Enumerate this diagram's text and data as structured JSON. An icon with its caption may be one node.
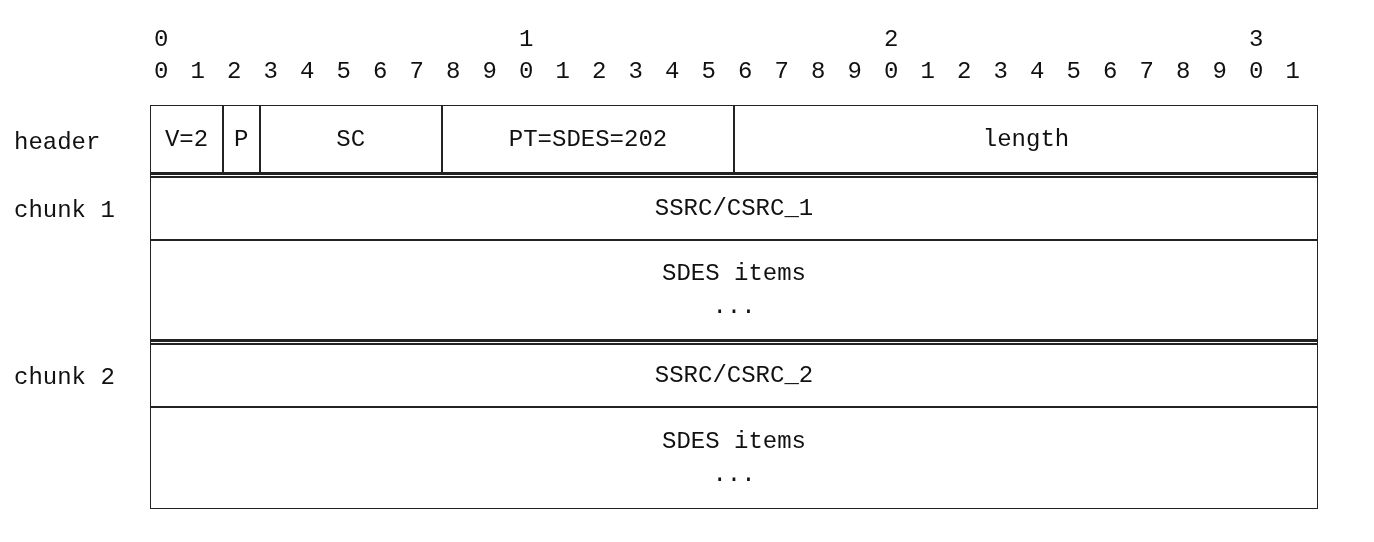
{
  "diagram": {
    "nodes": [
      {
        "text": [
          "V=2"
        ]
      },
      {
        "text": [
          "P"
        ]
      },
      {
        "text": [
          "SC"
        ]
      },
      {
        "text": [
          "PT=SDES=202"
        ]
      },
      {
        "text": [
          "length"
        ]
      },
      {
        "text": [
          "SSRC/CSRC_1"
        ]
      },
      {
        "text": [
          "SDES items",
          "..."
        ]
      },
      {
        "text": [
          "SSRC/CSRC_2"
        ]
      },
      {
        "text": [
          "SDES items",
          "..."
        ]
      }
    ],
    "edges": [],
    "labels": [
      "0",
      "1",
      "2",
      "3",
      "0",
      "1",
      "2",
      "3",
      "4",
      "5",
      "6",
      "7",
      "8",
      "9",
      "0",
      "1",
      "2",
      "3",
      "4",
      "5",
      "6",
      "7",
      "8",
      "9",
      "0",
      "1",
      "2",
      "3",
      "4",
      "5",
      "6",
      "7",
      "8",
      "9",
      "0",
      "1",
      "header",
      "chunk 1",
      "chunk 2"
    ]
  }
}
